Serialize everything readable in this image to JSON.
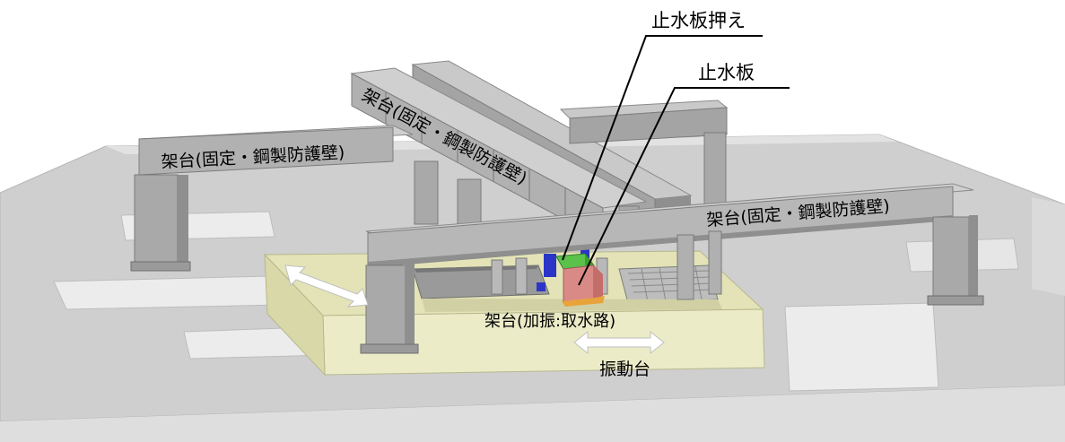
{
  "labels": {
    "stopper_press": "止水板押え",
    "stopper_plate": "止水板",
    "frame_fixed_left": "架台(固定・鋼製防護壁)",
    "frame_fixed_center": "架台(固定・鋼製防護壁)",
    "frame_fixed_front": "架台(固定・鋼製防護壁)",
    "frame_excitation": "架台(加振:取水路)",
    "shaking_table": "振動台"
  },
  "colors": {
    "ground_top": "#cfcfcf",
    "ground_side": "#dcdcdc",
    "ground_edge": "#b5b5b5",
    "pit": "#e6e6e6",
    "platform_top": "#e3e3b7",
    "platform_front": "#ebebc8",
    "beam": "#a8a8a8",
    "beam_light": "#c9c9c9",
    "beam_dark": "#8a8a8a",
    "arrow": "#ffffff",
    "stopper_press": "#5ac24a",
    "stopper_plate": "#d98a86",
    "blue_part": "#2a35c8",
    "orange_part": "#e8a33b"
  },
  "icons": {
    "motion_arrow": "double-headed-arrow-icon"
  }
}
